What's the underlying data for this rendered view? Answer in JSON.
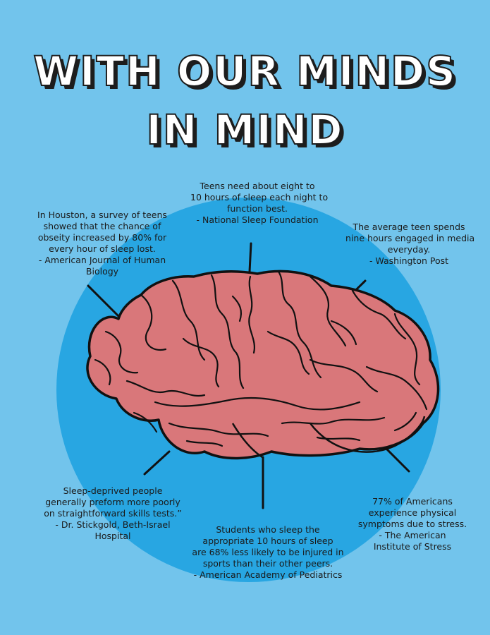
{
  "title": {
    "line1": "WITH OUR MINDS",
    "line2": "IN MIND"
  },
  "facts": {
    "teens_sleep": {
      "lines": [
        "Teens need about eight to",
        "10 hours of sleep each night to",
        "function best.",
        "-  National Sleep Foundation"
      ]
    },
    "houston": {
      "lines": [
        "In Houston, a survey of teens",
        "showed that the chance of",
        "obseity increased by 80% for",
        "every hour of sleep lost.",
        "- American Journal of Human",
        "Biology"
      ]
    },
    "media": {
      "lines": [
        "The average teen spends",
        "nine hours engaged in media",
        "everyday.",
        "- Washington Post"
      ]
    },
    "deprived": {
      "lines": [
        "Sleep-deprived people",
        "generally preform more poorly",
        "on straightforward skills tests.”",
        "- Dr. Stickgold, Beth-Israel",
        "Hospital"
      ]
    },
    "students": {
      "lines": [
        "Students who sleep the",
        "appropriate 10 hours of sleep",
        "are 68% less likely to be injured in",
        "sports than their other peers.",
        "- American Academy of Pediatrics"
      ]
    },
    "stress": {
      "lines": [
        "77% of Americans",
        "experience physical",
        "symptoms due to stress.",
        "- The American",
        "Institute of Stress"
      ]
    }
  },
  "colors": {
    "background": "#72c4ec",
    "circle": "#28a6e2",
    "brain_fill": "#d9777a",
    "outline": "#111111"
  },
  "icons": {
    "brain": "brain-illustration"
  }
}
